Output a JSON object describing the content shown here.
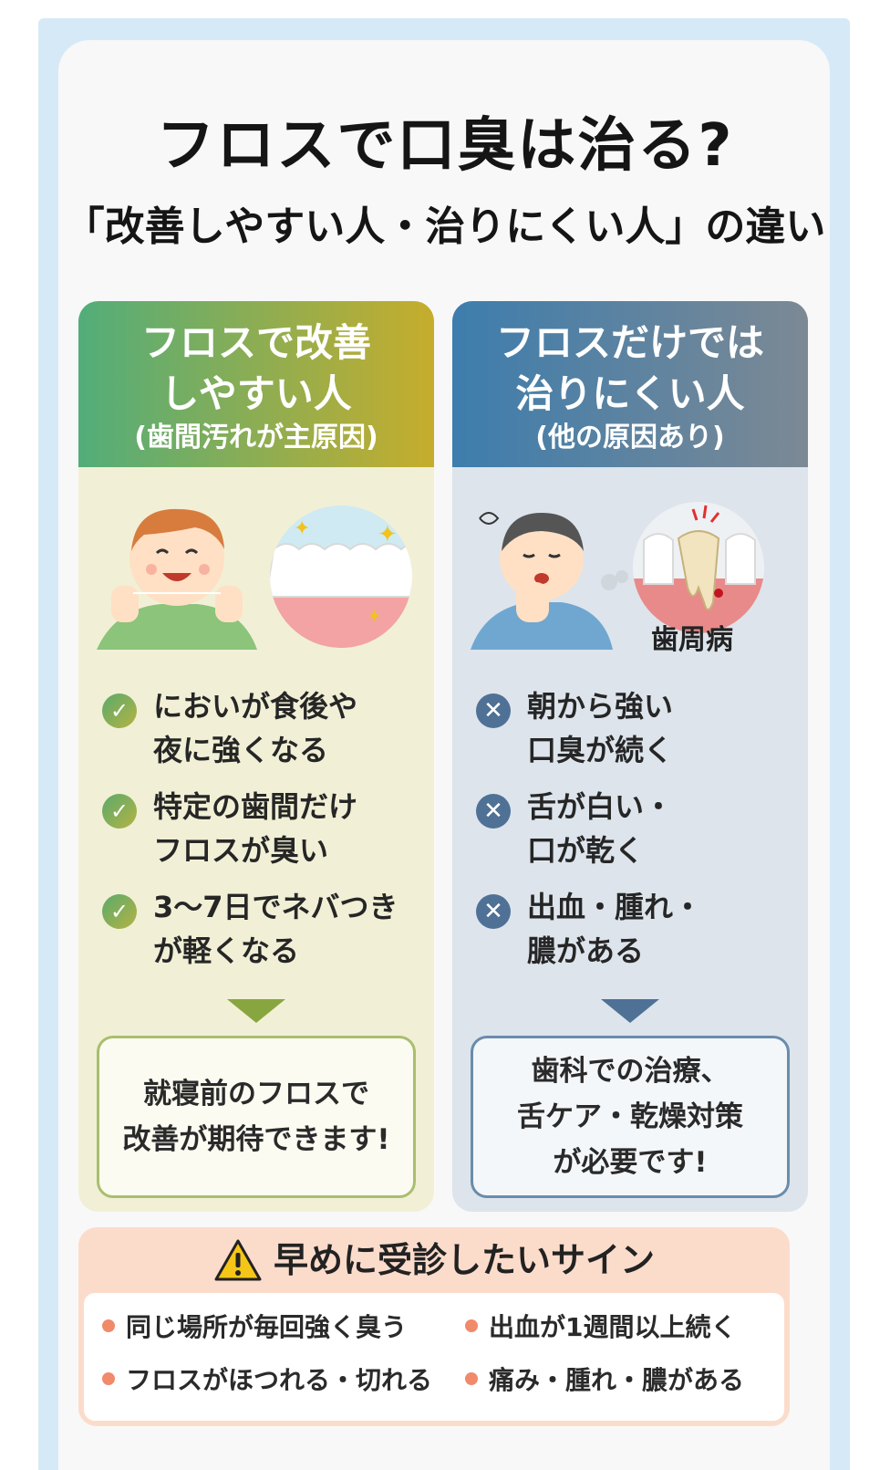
{
  "header": {
    "title": "フロスで口臭は治る?",
    "subtitle": "「改善しやすい人・治りにくい人」の違い"
  },
  "left": {
    "heading": "フロスで改善\nしやすい人",
    "subheading": "(歯間汚れが主原因)",
    "items": [
      {
        "text": "においが食後や\n夜に強くなる"
      },
      {
        "text": "特定の歯間だけ\nフロスが臭い"
      },
      {
        "text": "3〜7日でネバつき\nが軽くなる"
      }
    ],
    "result": "就寝前のフロスで\n改善が期待できます!",
    "mark_icon": "check-icon"
  },
  "right": {
    "heading": "フロスだけでは\n治りにくい人",
    "subheading": "(他の原因あり)",
    "illustration_label": "歯周病",
    "items": [
      {
        "text": "朝から強い\n口臭が続く"
      },
      {
        "text": "舌が白い・\n口が乾く"
      },
      {
        "text": "出血・腫れ・\n膿がある"
      }
    ],
    "result": "歯科での治療、\n舌ケア・乾燥対策\nが必要です!",
    "mark_icon": "cross-icon"
  },
  "warning": {
    "title": "早めに受診したいサイン",
    "items": [
      "同じ場所が毎回強く臭う",
      "出血が1週間以上続く",
      "フロスがほつれる・切れる",
      "痛み・腫れ・膿がある"
    ]
  },
  "colors": {
    "left_accent": "#52ad7a",
    "right_accent": "#3d7dad",
    "warning_bg": "#fbdccb",
    "bullet": "#f08a6a"
  }
}
